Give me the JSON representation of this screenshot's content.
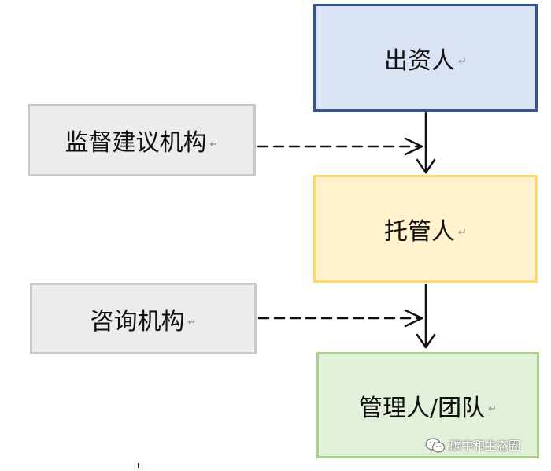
{
  "nodes": {
    "investor": {
      "label": "出资人",
      "mark": "↵"
    },
    "custodian": {
      "label": "托管人",
      "mark": "↵"
    },
    "manager": {
      "label": "管理人/团队",
      "mark": "↵"
    },
    "supervisor": {
      "label": "监督建议机构",
      "mark": "↵"
    },
    "consultant": {
      "label": "咨询机构",
      "mark": "↵"
    }
  },
  "watermark": {
    "text": "碳中和生态圈"
  },
  "colors": {
    "investor_fill": "#dae3f3",
    "investor_border": "#2f5597",
    "custodian_fill": "#fff2cc",
    "custodian_border": "#ffd966",
    "manager_fill": "#e2f0d9",
    "manager_border": "#a9d18e",
    "advisor_fill": "#ececec",
    "advisor_border": "#c9c9c9"
  }
}
